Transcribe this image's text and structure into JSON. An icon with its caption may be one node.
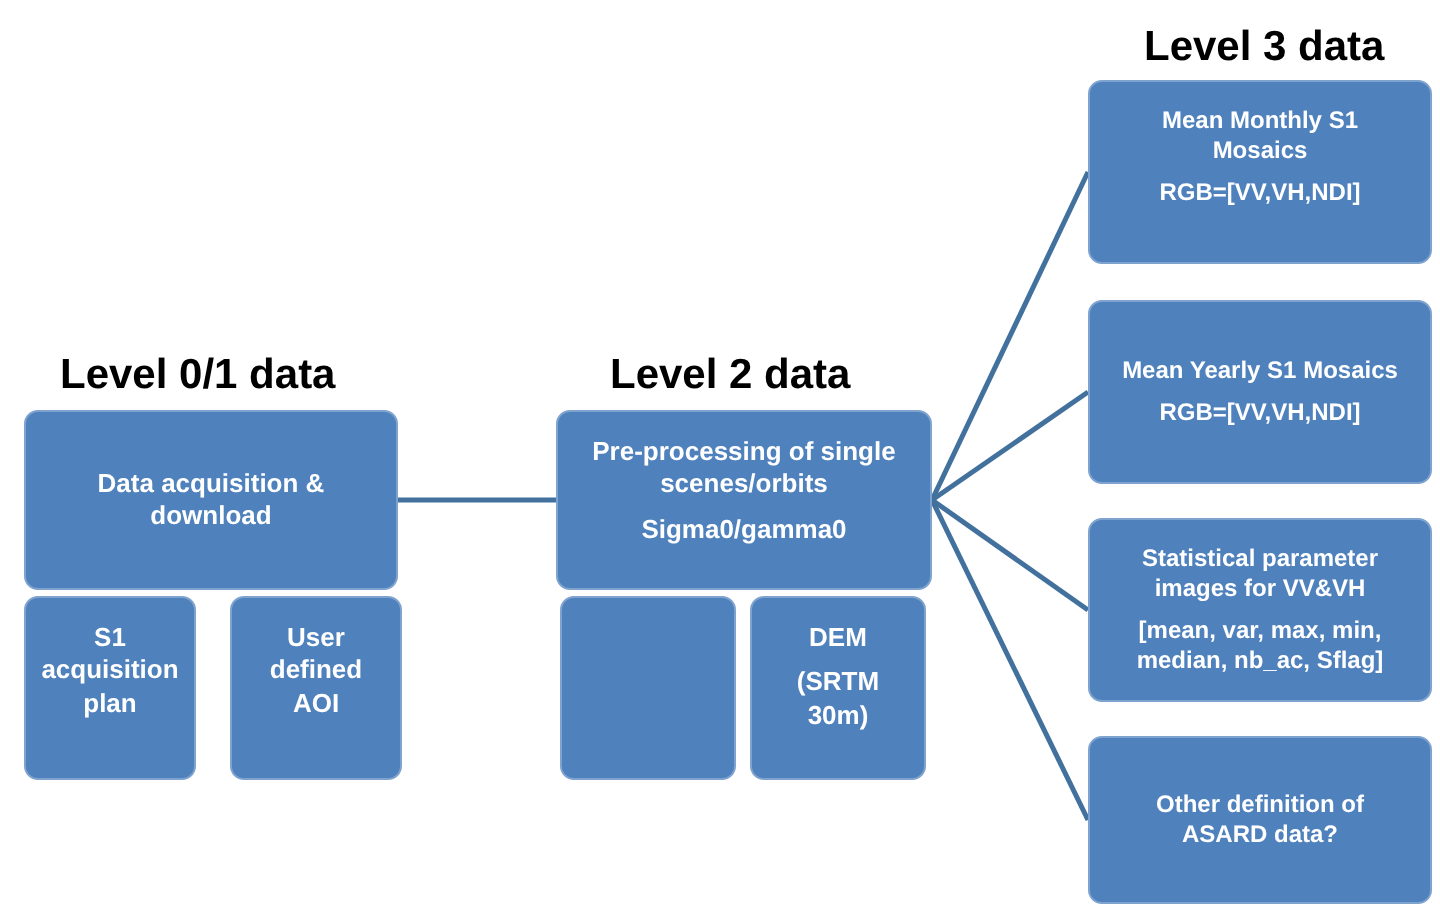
{
  "diagram": {
    "nodes": [
      {
        "text": [
          "Data acquisition & download"
        ]
      },
      {
        "text": [
          "S1 acquisition plan"
        ]
      },
      {
        "text": [
          "User defined AOI"
        ]
      },
      {
        "text": [
          "Pre-processing of single scenes/orbits",
          "Sigma0/gamma0"
        ]
      },
      {
        "text": [],
        "shape": "box"
      },
      {
        "text": [
          "DEM",
          "(SRTM 30m)"
        ]
      },
      {
        "text": [
          "Mean Monthly S1 Mosaics",
          "RGB=[VV,VH,NDI]"
        ]
      },
      {
        "text": [
          "Mean Yearly S1 Mosaics",
          "RGB=[VV,VH,NDI]"
        ]
      },
      {
        "text": [
          "Statistical parameter images for VV&VH",
          "[mean, var, max, min, median,  nb_ac, Sflag]"
        ]
      },
      {
        "text": [
          "Other definition of ASARD data?"
        ]
      }
    ],
    "edges": [
      {
        "from": 0,
        "to": 3,
        "arrow": "none"
      },
      {
        "from": 3,
        "to": 6,
        "arrow": "none"
      },
      {
        "from": 3,
        "to": 7,
        "arrow": "none"
      },
      {
        "from": 3,
        "to": 8,
        "arrow": "none"
      },
      {
        "from": 3,
        "to": 9,
        "arrow": "none"
      }
    ],
    "labels": [
      "Level 3 data",
      "Level 0/1 data",
      "Level 2 data"
    ]
  }
}
